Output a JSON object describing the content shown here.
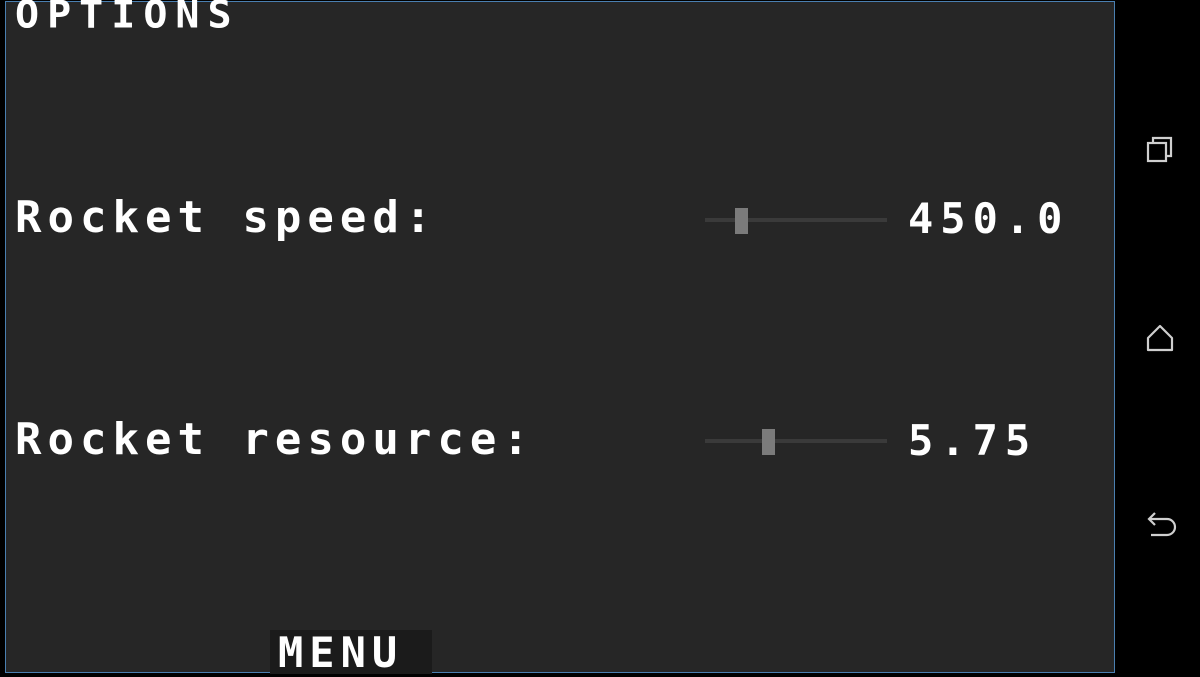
{
  "screen": {
    "title": "OPTIONS"
  },
  "options": {
    "rocket_speed": {
      "label": "Rocket speed:",
      "value_text": "450.0",
      "slider_fraction": 0.18
    },
    "rocket_resource": {
      "label": "Rocket resource:",
      "value_text": "5.75",
      "slider_fraction": 0.34
    }
  },
  "menu_button": {
    "label": "MENU"
  },
  "nav_bar": {
    "recents_icon": "recents-icon",
    "home_icon": "home-icon",
    "back_icon": "back-icon"
  },
  "colors": {
    "game_background": "#262626",
    "text": "#ffffff",
    "slider_track": "#3a3a3a",
    "slider_knob": "#7b7b7b",
    "border": "#4a7fb0"
  }
}
